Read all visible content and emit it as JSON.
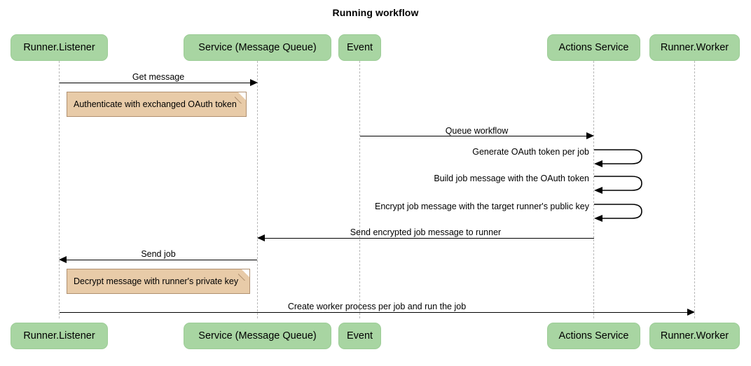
{
  "title": "Running workflow",
  "colors": {
    "participant_fill": "#a8d5a2",
    "participant_border": "#9ccc96",
    "note_fill": "#e8cba8",
    "note_border": "#b09070",
    "lifeline": "#b8b8b8",
    "arrow": "#000000",
    "background": "#ffffff"
  },
  "participants": [
    {
      "id": "runner-listener",
      "label": "Runner.Listener"
    },
    {
      "id": "service-message-queue",
      "label": "Service (Message Queue)"
    },
    {
      "id": "event",
      "label": "Event"
    },
    {
      "id": "actions-service",
      "label": "Actions Service"
    },
    {
      "id": "runner-worker",
      "label": "Runner.Worker"
    }
  ],
  "messages": [
    {
      "id": "get-message",
      "label": "Get message",
      "from": "runner-listener",
      "to": "service-message-queue",
      "direction": "right"
    },
    {
      "id": "queue-workflow",
      "label": "Queue workflow",
      "from": "event",
      "to": "actions-service",
      "direction": "right"
    },
    {
      "id": "generate-oauth-token-per-job",
      "label": "Generate OAuth token per job",
      "from": "actions-service",
      "to": "actions-service",
      "direction": "self"
    },
    {
      "id": "build-job-message-with-the-oauth-token",
      "label": "Build job message with the OAuth token",
      "from": "actions-service",
      "to": "actions-service",
      "direction": "self"
    },
    {
      "id": "encrypt-job-message-with-the-target-runners-public-key",
      "label": "Encrypt job message with the target runner's public key",
      "from": "actions-service",
      "to": "actions-service",
      "direction": "self"
    },
    {
      "id": "send-encrypted-job-message-to-runner",
      "label": "Send encrypted job message to runner",
      "from": "actions-service",
      "to": "service-message-queue",
      "direction": "left"
    },
    {
      "id": "send-job",
      "label": "Send job",
      "from": "service-message-queue",
      "to": "runner-listener",
      "direction": "left"
    },
    {
      "id": "create-worker-process-per-job-and-run-the-job",
      "label": "Create worker process per job and run the job",
      "from": "runner-listener",
      "to": "runner-worker",
      "direction": "right"
    }
  ],
  "notes": [
    {
      "id": "authenticate-with-exchanged-oauth-token",
      "text": "Authenticate with exchanged OAuth token",
      "over": "runner-listener"
    },
    {
      "id": "decrypt-message-with-runners-private-key",
      "text": "Decrypt message with runner's private key",
      "over": "runner-listener"
    }
  ]
}
